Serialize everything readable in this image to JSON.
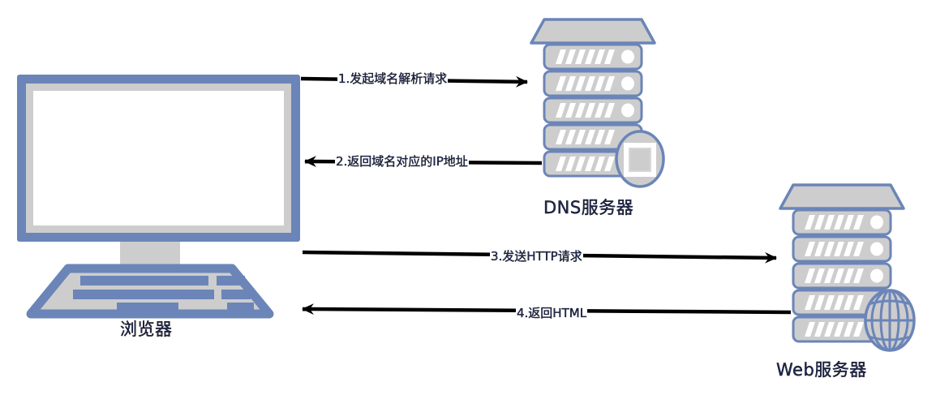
{
  "diagram": {
    "title": "Browser DNS resolution and HTTP request flow",
    "colors": {
      "accent_blue": "#6b85b8",
      "device_gray": "#cdcdcd",
      "screen_white": "#ffffff",
      "label_navy": "#1f2a5a",
      "arrow_black": "#000000",
      "background": "#ffffff"
    },
    "nodes": [
      {
        "id": "browser",
        "label": "浏览器",
        "icon": "desktop-computer-icon",
        "kind": "client"
      },
      {
        "id": "dns-server",
        "label": "DNS服务器",
        "icon": "server-rack-icon",
        "badge_icon": "square-badge-icon",
        "kind": "server",
        "tiers": 5,
        "led_tiers": 3
      },
      {
        "id": "web-server",
        "label": "Web服务器",
        "icon": "server-rack-icon",
        "badge_icon": "globe-icon",
        "kind": "server",
        "tiers": 5,
        "led_tiers": 3
      }
    ],
    "edges": [
      {
        "id": "edge-1",
        "step": "1",
        "label": "1.发起域名解析请求",
        "from": "browser",
        "to": "dns-server",
        "direction": "right",
        "arrowhead": "open"
      },
      {
        "id": "edge-2",
        "step": "2",
        "label": "2.返回域名对应的IP地址",
        "from": "dns-server",
        "to": "browser",
        "direction": "left",
        "arrowhead": "open"
      },
      {
        "id": "edge-3",
        "step": "3",
        "label": "3.发送HTTP请求",
        "from": "browser",
        "to": "web-server",
        "direction": "right",
        "arrowhead": "open"
      },
      {
        "id": "edge-4",
        "step": "4",
        "label": "4.返回HTML",
        "from": "web-server",
        "to": "browser",
        "direction": "left",
        "arrowhead": "open"
      }
    ]
  }
}
